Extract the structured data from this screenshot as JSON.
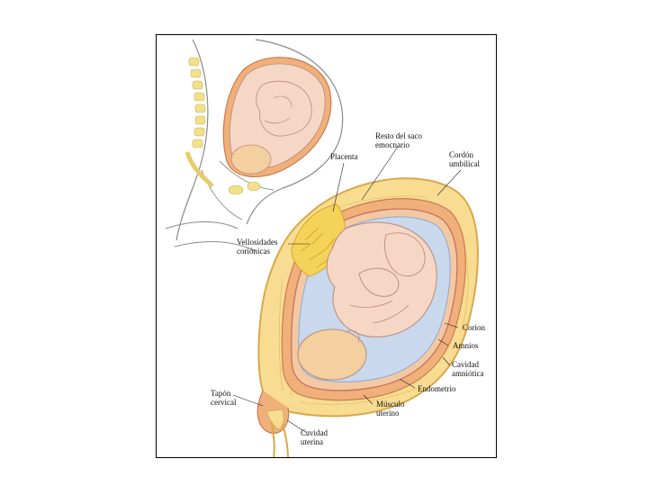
{
  "labels": {
    "resto_saco": "Resto del saco\nemocnario",
    "placenta": "Placenta",
    "cordon": "Cordón\numbilical",
    "vellosidades": "Vellosidades\ncoriónicas",
    "corion": "Corion",
    "amnios": "Amnios",
    "cavidad_amniotica": "Cavidad\namniótica",
    "endometrio": "Endometrio",
    "tapon": "Tapón\ncervical",
    "musculo": "Músculo\nuterino",
    "cavidad_uterina": "Cavidad\nuterina"
  },
  "colors": {
    "skin": "#f6d7c6",
    "skin_line": "#b98a78",
    "head": "#f4cfa0",
    "uterine_wall": "#f7dc92",
    "decidua": "#f0b07a",
    "placenta": "#f5d35a",
    "amniotic_fluid": "#c9d8ec",
    "chorion_line": "#c9765f",
    "spine": "#f3e08c",
    "body_outline": "#8a8a8a"
  }
}
